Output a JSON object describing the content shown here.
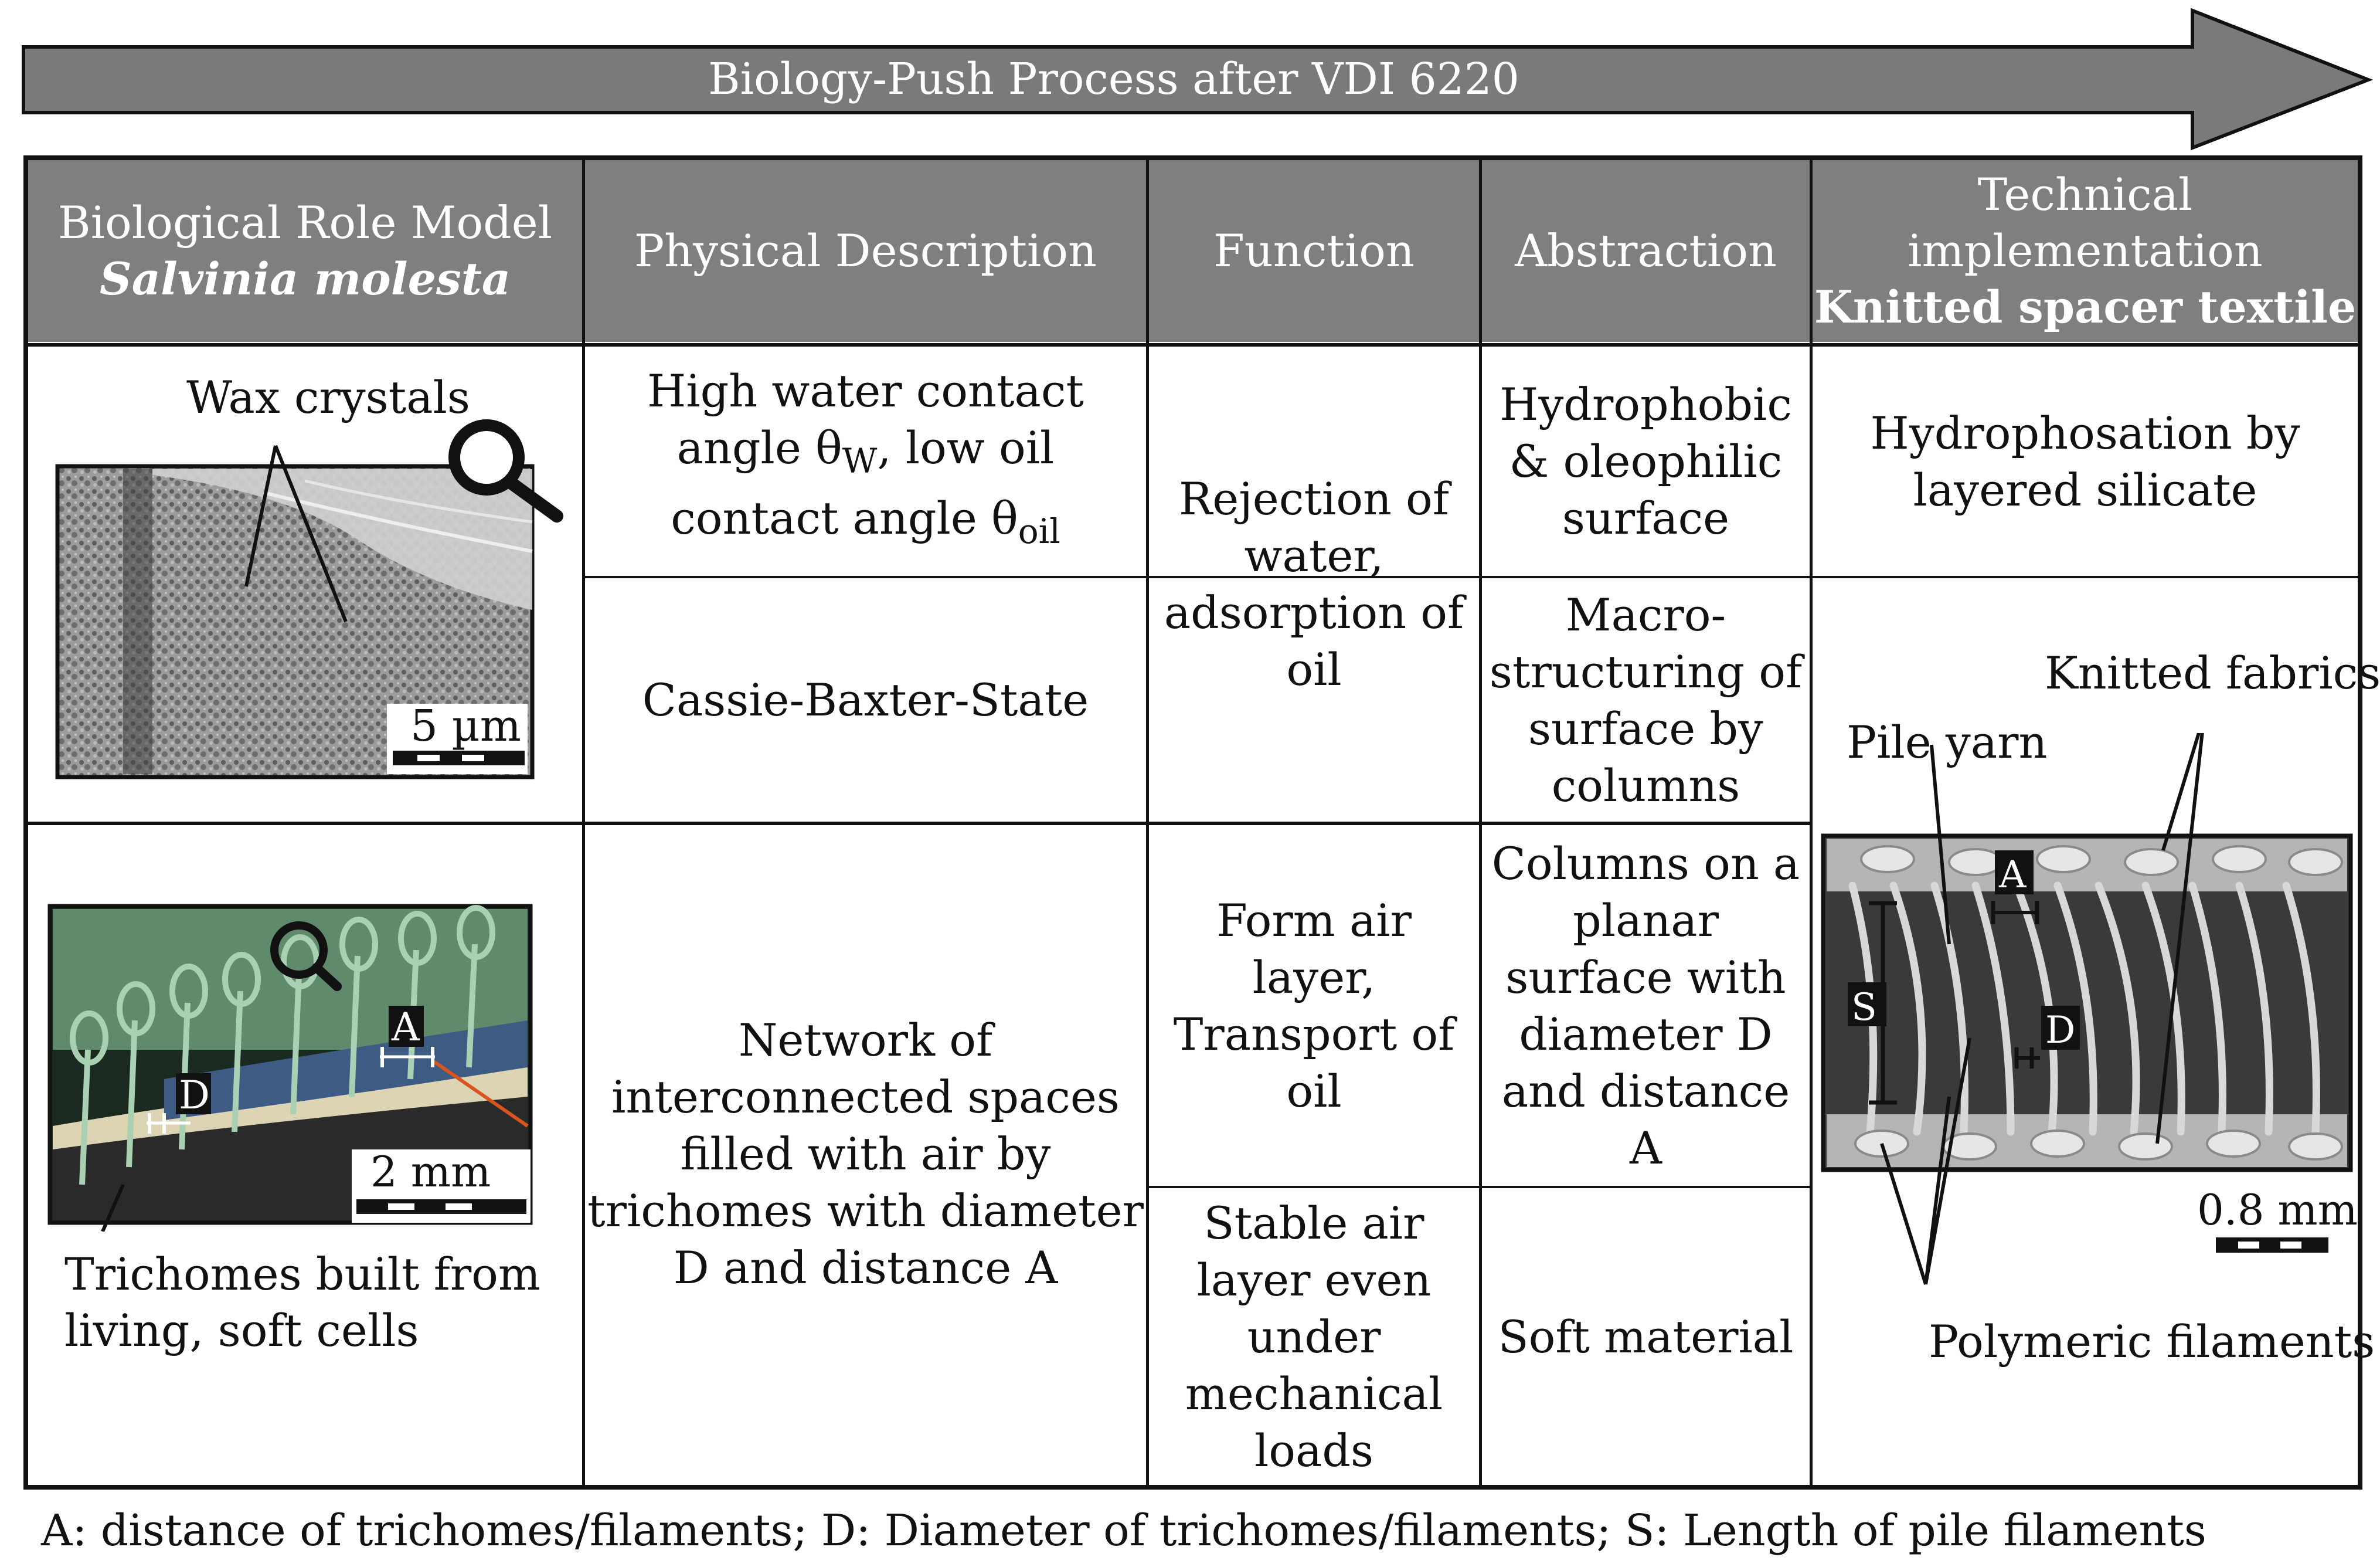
{
  "arrow": {
    "title": "Biology-Push Process after VDI 6220"
  },
  "headers": {
    "role_model_line1": "Biological Role Model",
    "role_model_line2": "Salvinia molesta",
    "physical": "Physical Description",
    "function": "Function",
    "abstraction": "Abstraction",
    "tech_line1": "Technical",
    "tech_line2": "implementation",
    "tech_line3": "Knitted spacer textile"
  },
  "row1": {
    "wax_label": "Wax crystals",
    "scale_5um": "5 µm",
    "physical_top_l1": "High water contact",
    "physical_top_l2_pre": "angle θ",
    "physical_top_l2_sub": "W",
    "physical_top_l2_post": ", low oil",
    "physical_top_l3_pre": "contact angle θ",
    "physical_top_l3_sub": "oil",
    "physical_bottom": "Cassie-Baxter-State",
    "function": [
      "Rejection of",
      "water,",
      "adsorption of",
      "oil"
    ],
    "abstraction_top": [
      "Hydrophobic",
      "& oleophilic",
      "surface"
    ],
    "abstraction_bottom": [
      "Macro-",
      "structuring of",
      "surface by",
      "columns"
    ],
    "tech_top": [
      "Hydrophosation by",
      "layered silicate"
    ]
  },
  "row2": {
    "marker_A": "A",
    "marker_D": "D",
    "marker_S": "S",
    "scale_2mm": "2 mm",
    "trichomes_label": [
      "Trichomes built from",
      "living, soft cells"
    ],
    "physical": [
      "Network of",
      "interconnected spaces",
      "filled with air by",
      "trichomes with diameter",
      "D and distance A"
    ],
    "function_top": [
      "Form air",
      "layer,",
      "Transport of",
      "oil"
    ],
    "function_bottom": [
      "Stable air",
      "layer even",
      "under",
      "mechanical",
      "loads"
    ],
    "abstraction_top": [
      "Columns on a",
      "planar",
      "surface with",
      "diameter D",
      "and distance",
      "A"
    ],
    "abstraction_bottom": "Soft material",
    "knitted_fabrics": "Knitted fabrics",
    "pile_yarn": "Pile yarn",
    "scale_08mm": "0.8 mm",
    "polymeric": "Polymeric filaments"
  },
  "footnote": "A: distance of trichomes/filaments; D: Diameter of trichomes/filaments; S: Length of pile filaments",
  "colors": {
    "header_gray": "#7f7f7f",
    "arrow_gray": "#7a7a7a",
    "border": "#111111",
    "plant_green": "#8fb89a",
    "soil_blue": "#3e5c83",
    "accent_red": "#d9541e"
  }
}
